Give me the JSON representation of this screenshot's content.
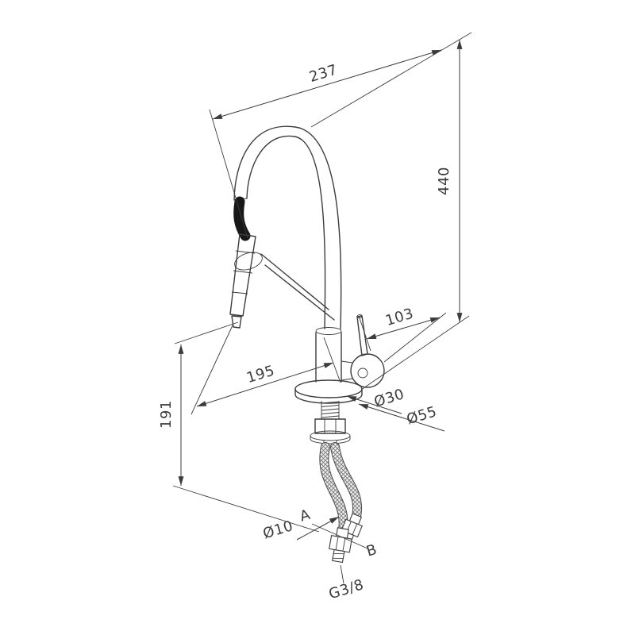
{
  "drawing": {
    "dimensions": {
      "spout_reach": "237",
      "total_height": "440",
      "handle_offset": "103",
      "outlet_to_axis": "195",
      "hose_drop": "191",
      "body_diameter": "Ø30",
      "base_diameter": "Ø55",
      "supply_hose_diameter": "Ø10",
      "hose_label_a": "A",
      "hose_label_b": "B",
      "connection_thread": "G3/8"
    },
    "colors": {
      "line": "#3c3c3c",
      "flexible_hose": "#181818",
      "background": "#ffffff"
    }
  }
}
